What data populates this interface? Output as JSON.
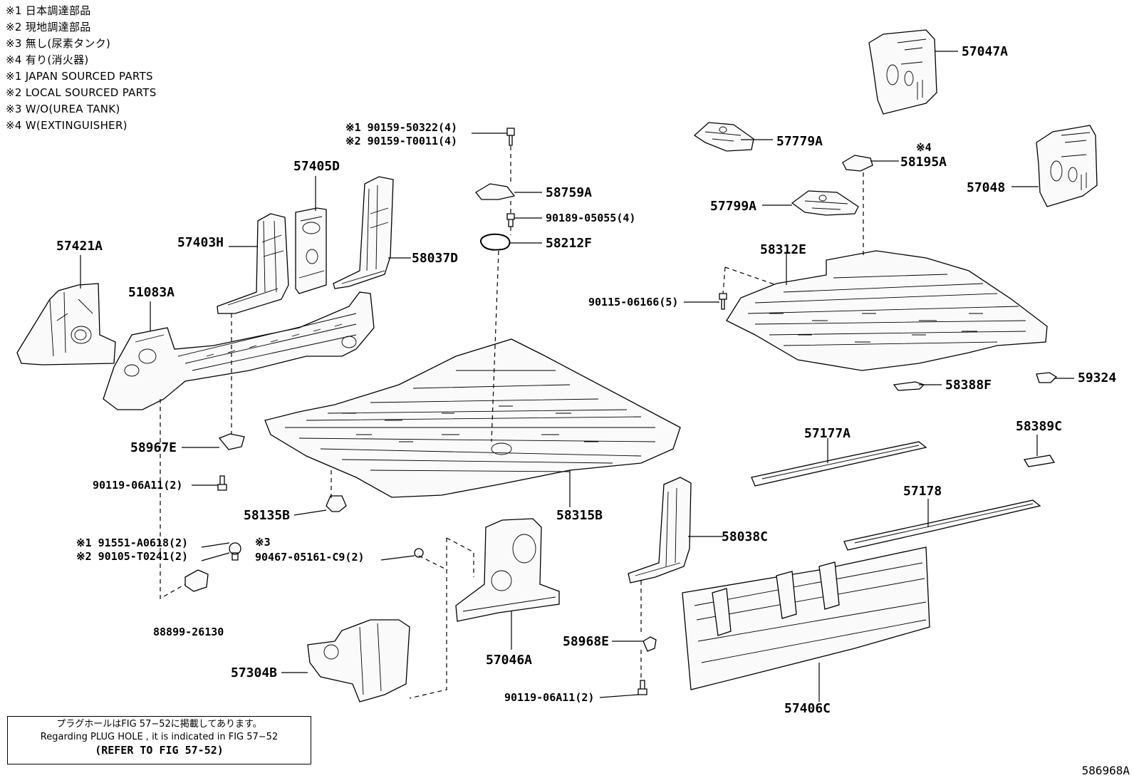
{
  "legend": [
    "※1 日本調達部品",
    "※2 現地調達部品",
    "※3 無し(尿素タンク)",
    "※4 有り(消火器)",
    "※1 JAPAN SOURCED PARTS",
    "※2 LOCAL SOURCED PARTS",
    "※3 W/O(UREA TANK)",
    "※4 W(EXTINGUISHER)"
  ],
  "parts": {
    "p57421A": "57421A",
    "p51083A": "51083A",
    "p57403H": "57403H",
    "p57405D": "57405D",
    "p58037D": "58037D",
    "p58967E": "58967E",
    "p90119a": "90119-06A11(2)",
    "p91551": "※1 91551-A0618(2)",
    "p90105": "※2 90105-T0241(2)",
    "p88899": "88899-26130",
    "p58135B": "58135B",
    "p58315B": "58315B",
    "p90159a": "※1 90159-50322(4)",
    "p90159b": "※2 90159-T0011(4)",
    "p58759A": "58759A",
    "p90189": "90189-05055(4)",
    "p58212F": "58212F",
    "p3mark": "※3",
    "p90467": "90467-05161-C9(2)",
    "p57046A": "57046A",
    "p57304B": "57304B",
    "p57047A": "57047A",
    "p57779A": "57779A",
    "p4mark": "※4",
    "p58195A": "58195A",
    "p57048": "57048",
    "p57799A": "57799A",
    "p58312E": "58312E",
    "p90115": "90115-06166(5)",
    "p58388F": "58388F",
    "p59324": "59324",
    "p57177A": "57177A",
    "p58389C": "58389C",
    "p57178": "57178",
    "p58038C": "58038C",
    "p58968E": "58968E",
    "p90119b": "90119-06A11(2)",
    "p57406C": "57406C"
  },
  "note": {
    "jp": "プラグホールはFIG 57−52に掲載してあります。",
    "en": "Regarding PLUG HOLE , it is indicated in FIG 57−52",
    "ref": "(REFER TO FIG 57-52)"
  },
  "figure_id": "586968A"
}
